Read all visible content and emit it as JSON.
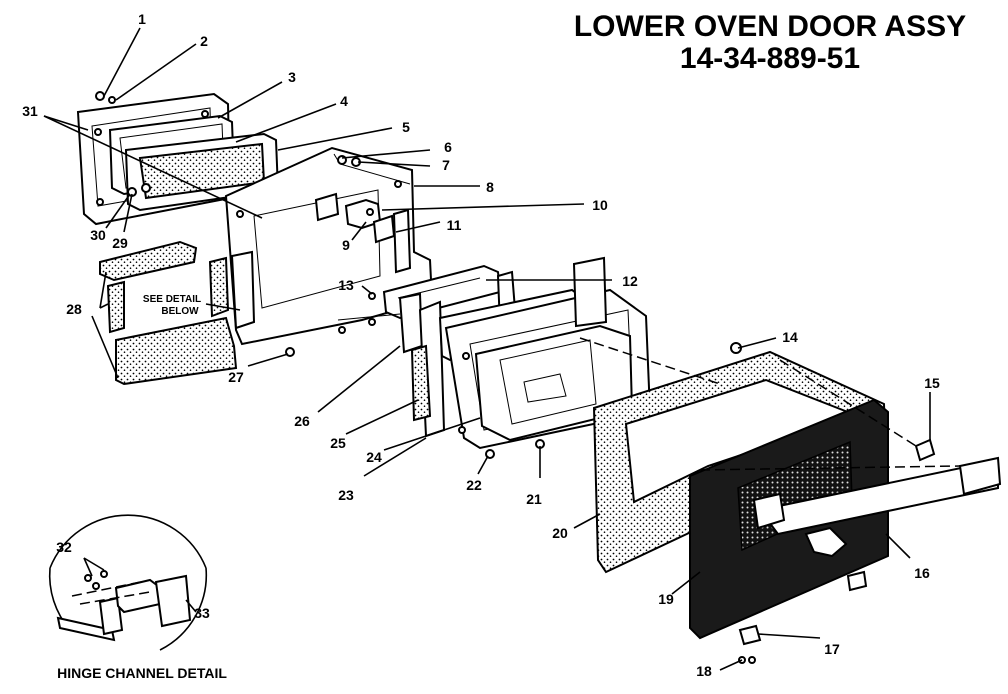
{
  "title": {
    "line1": "LOWER OVEN DOOR ASSY",
    "line2": "14-34-889-51"
  },
  "callouts": [
    "1",
    "2",
    "3",
    "4",
    "5",
    "6",
    "7",
    "8",
    "9",
    "10",
    "11",
    "12",
    "13",
    "14",
    "15",
    "16",
    "17",
    "18",
    "19",
    "20",
    "21",
    "22",
    "23",
    "24",
    "25",
    "26",
    "27",
    "28",
    "29",
    "30",
    "31",
    "32",
    "33"
  ],
  "notes": {
    "see_detail_line1": "SEE DETAIL",
    "see_detail_line2": "BELOW"
  },
  "detail": {
    "label": "HINGE CHANNEL DETAIL"
  }
}
